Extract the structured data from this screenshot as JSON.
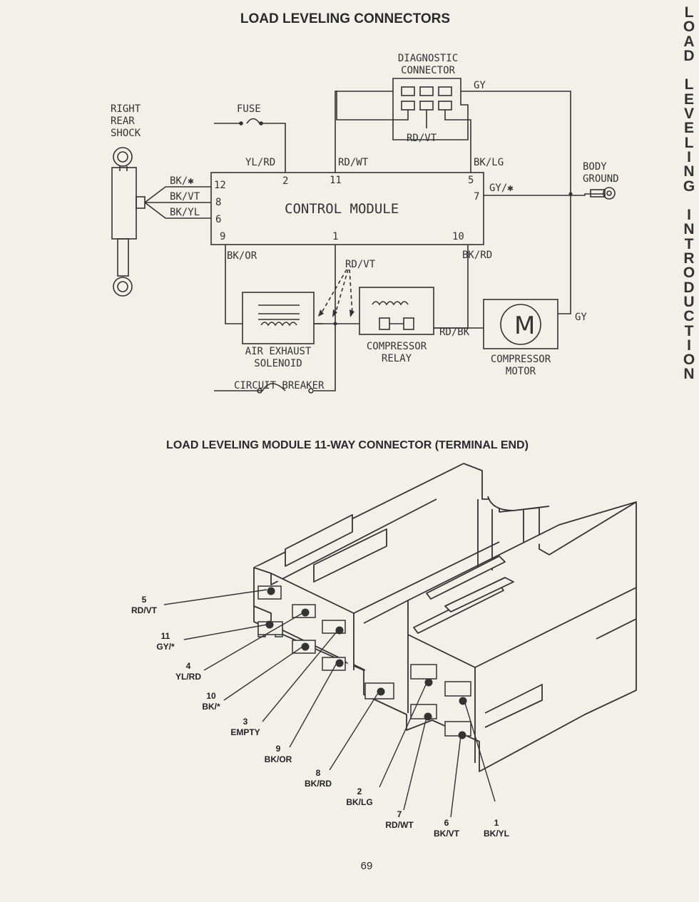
{
  "title_top": "LOAD LEVELING CONNECTORS",
  "title_bottom": "LOAD LEVELING MODULE 11-WAY CONNECTOR (TERMINAL END)",
  "sidebar_text": "LOAD LEVELING INTRODUCTION",
  "page_number": "69",
  "schematic": {
    "diagnostic_connector": "DIAGNOSTIC\nCONNECTOR",
    "right_rear_shock": "RIGHT\nREAR\nSHOCK",
    "fuse": "FUSE",
    "control_module": "CONTROL MODULE",
    "body_ground": "BODY\nGROUND",
    "air_exhaust_solenoid": "AIR EXHAUST\nSOLENOID",
    "compressor_relay": "COMPRESSOR\nRELAY",
    "compressor_motor": "COMPRESSOR\nMOTOR",
    "circuit_breaker": "CIRCUIT BREAKER",
    "wires": {
      "gy_top": "GY",
      "rd_vt_diag": "RD/VT",
      "yl_rd": "YL/RD",
      "rd_wt": "RD/WT",
      "bk_lg": "BK/LG",
      "gy_star": "GY/✱",
      "bk_star": "BK/✱",
      "bk_vt": "BK/VT",
      "bk_yl": "BK/YL",
      "bk_or": "BK/OR",
      "rd_vt_mid": "RD/VT",
      "bk_rd": "BK/RD",
      "rd_bk": "RD/BK",
      "gy_motor": "GY"
    },
    "pins": {
      "p12": "12",
      "p8": "8",
      "p6": "6",
      "p2": "2",
      "p11": "11",
      "p5": "5",
      "p7": "7",
      "p9": "9",
      "p1": "1",
      "p10": "10"
    }
  },
  "connector_callouts": [
    {
      "num": "5",
      "wire": "RD/VT"
    },
    {
      "num": "11",
      "wire": "GY/*"
    },
    {
      "num": "4",
      "wire": "YL/RD"
    },
    {
      "num": "10",
      "wire": "BK/*"
    },
    {
      "num": "3",
      "wire": "EMPTY"
    },
    {
      "num": "9",
      "wire": "BK/OR"
    },
    {
      "num": "8",
      "wire": "BK/RD"
    },
    {
      "num": "2",
      "wire": "BK/LG"
    },
    {
      "num": "7",
      "wire": "RD/WT"
    },
    {
      "num": "6",
      "wire": "BK/VT"
    },
    {
      "num": "1",
      "wire": "BK/YL"
    }
  ]
}
